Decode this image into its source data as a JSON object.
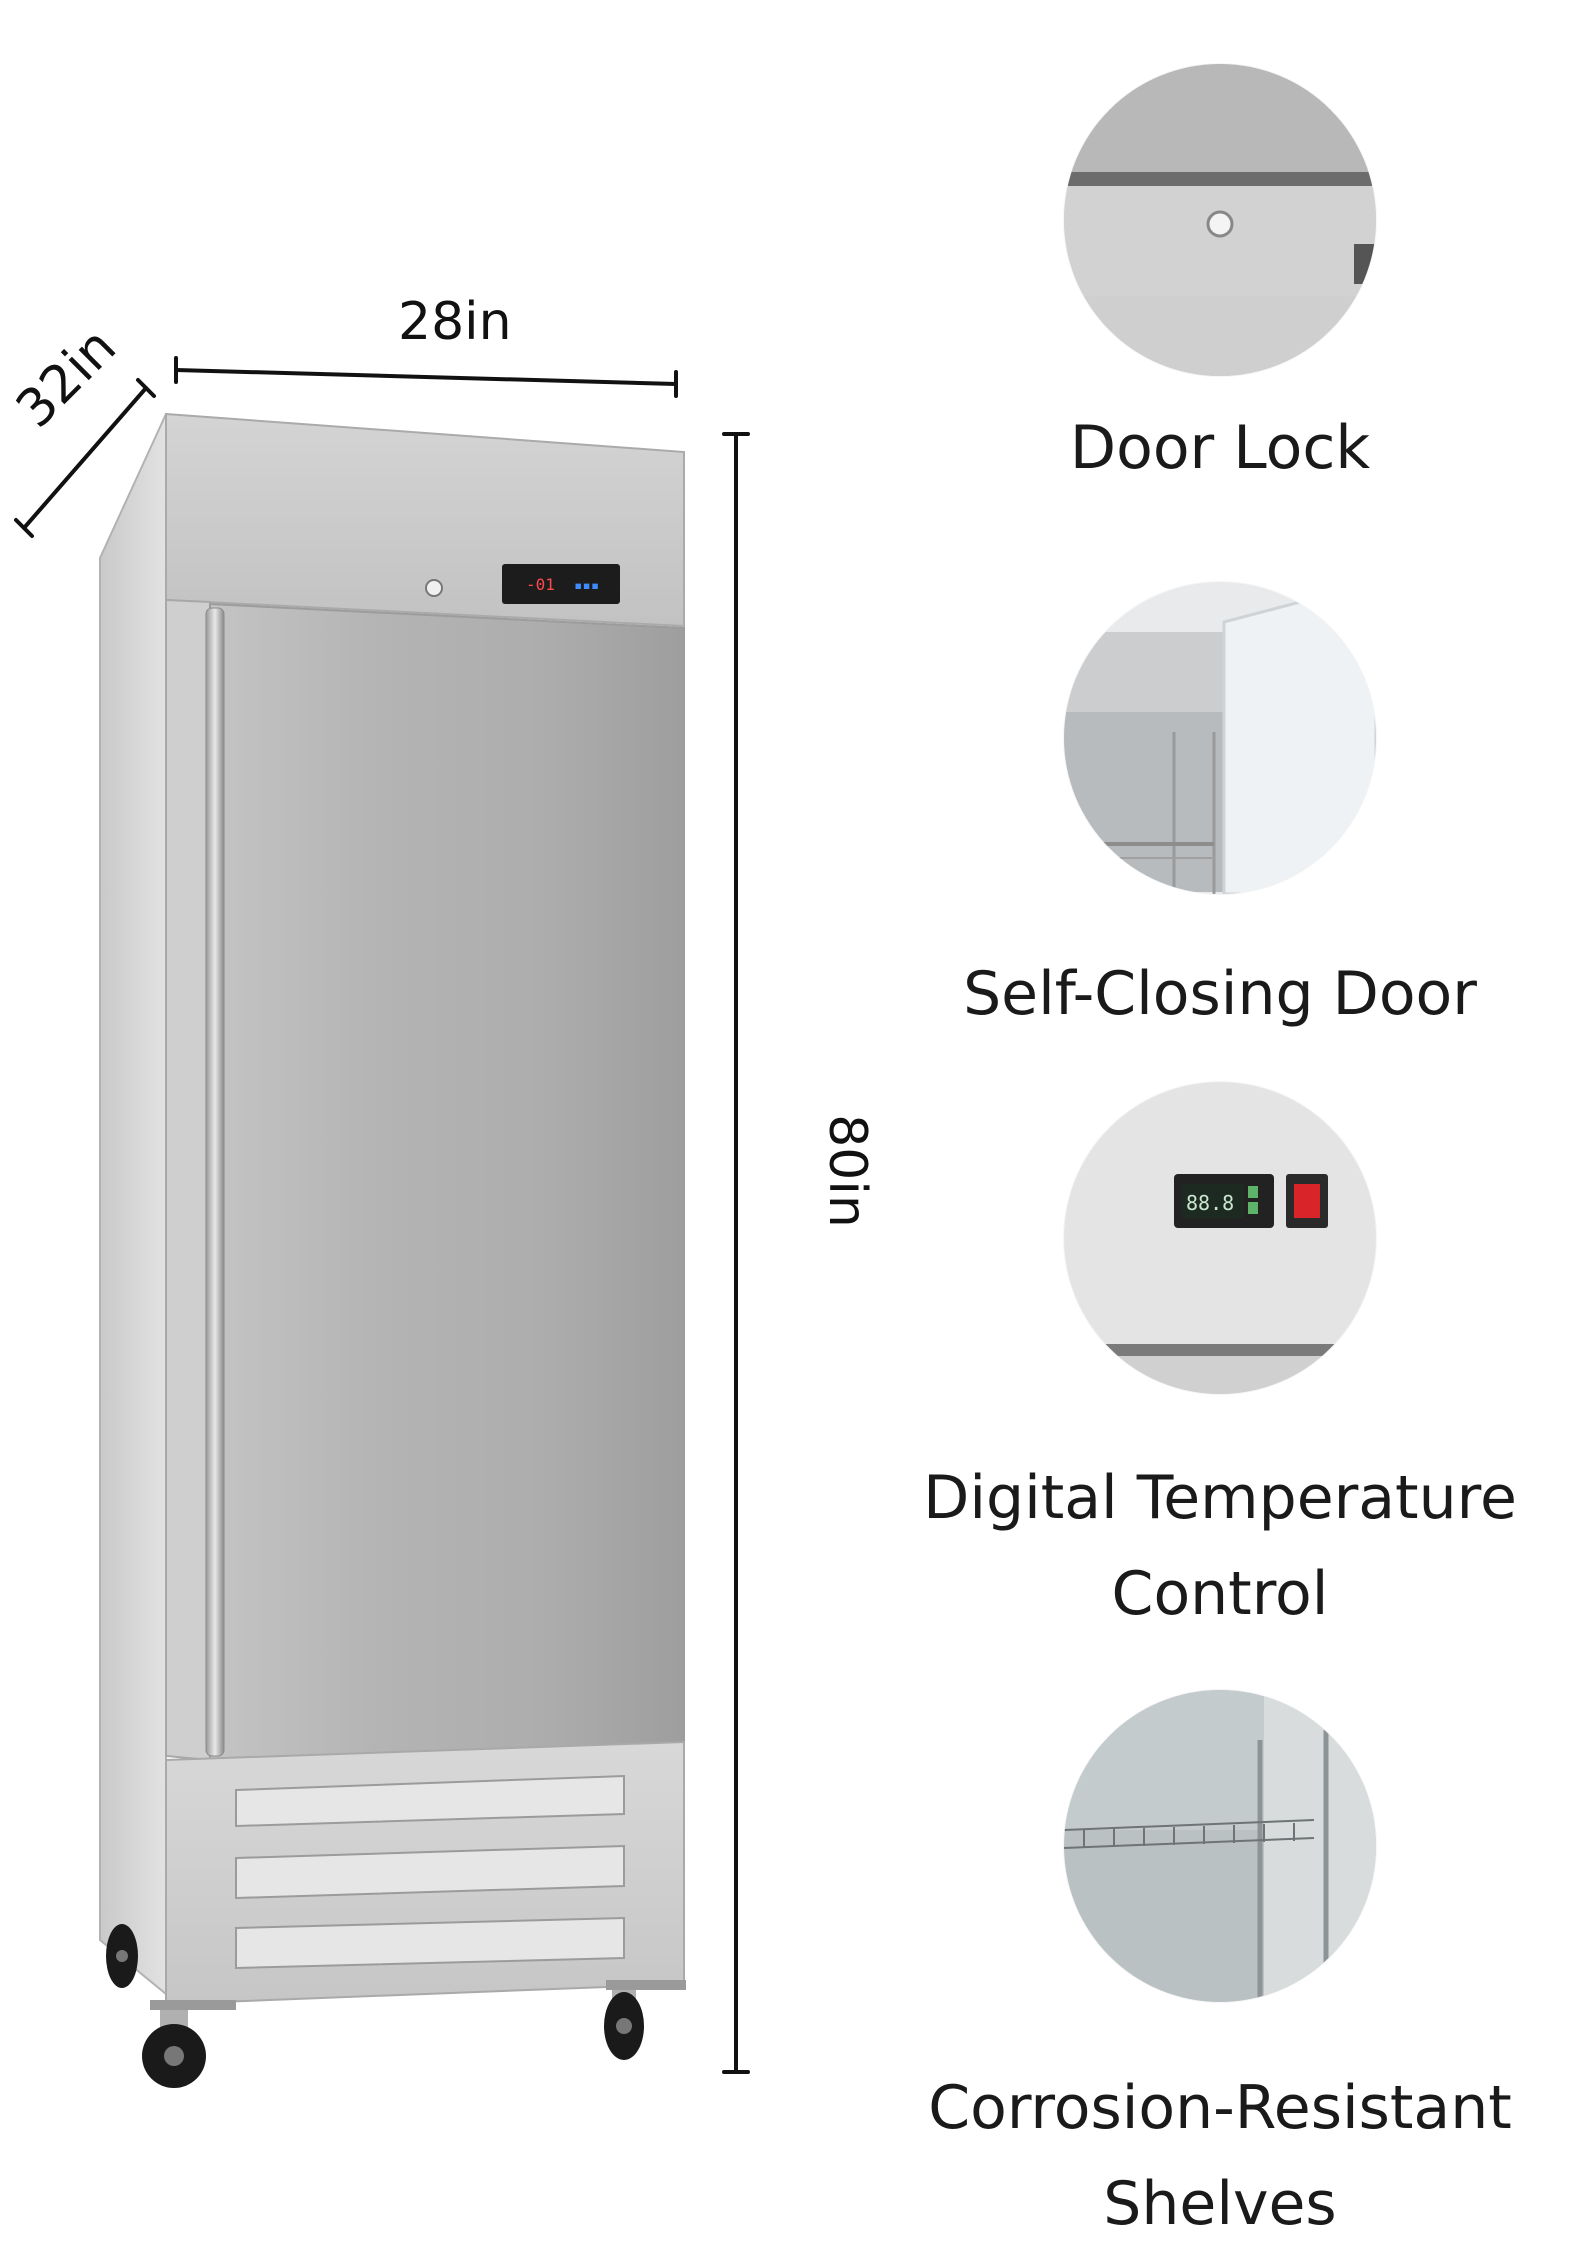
{
  "dimensions": {
    "width": "28in",
    "depth": "32in",
    "height": "80in"
  },
  "features": [
    {
      "label": "Door Lock",
      "icon": "door-lock-closeup-icon"
    },
    {
      "label": "Self-Closing Door",
      "icon": "self-closing-door-closeup-icon"
    },
    {
      "label": "Digital Temperature Control",
      "icon": "digital-thermostat-closeup-icon"
    },
    {
      "label": "Corrosion-Resistant Shelves",
      "icon": "wire-shelf-closeup-icon"
    }
  ],
  "colors": {
    "steel_light": "#d6d6d6",
    "steel_mid": "#b9b9b9",
    "steel_dark": "#8f8f8f",
    "display_bg": "#1c1c1c",
    "display_digits": "#3f8cff",
    "text": "#1a1a1a"
  }
}
